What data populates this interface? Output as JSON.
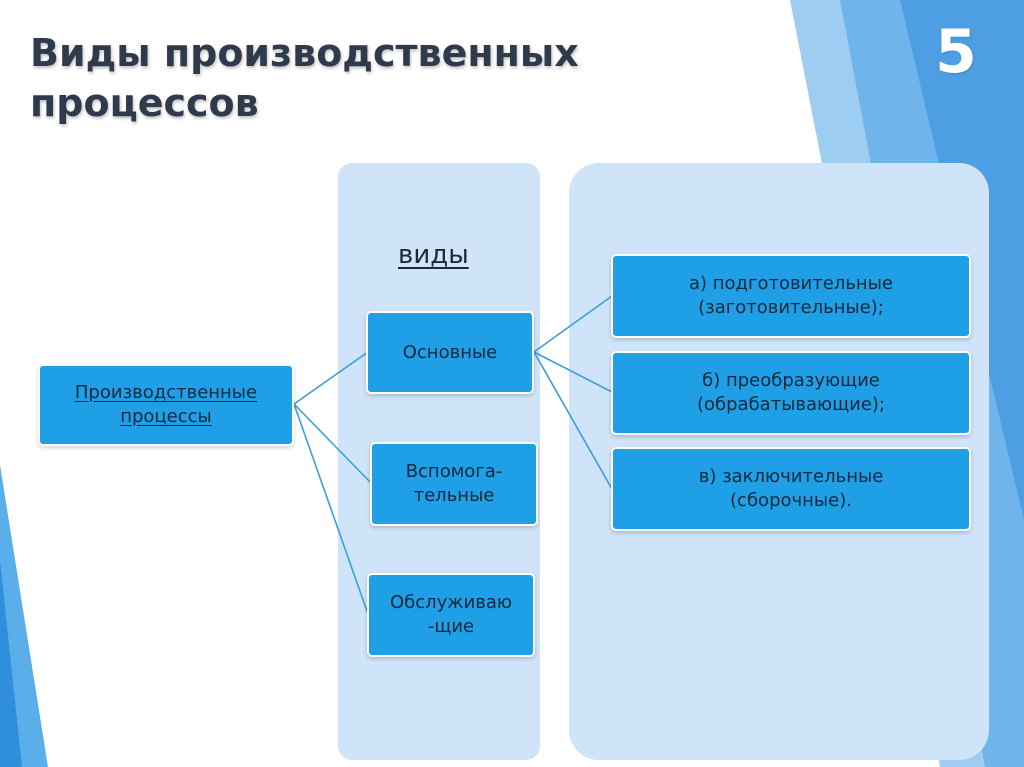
{
  "slide": {
    "title": "Виды производственных процессов",
    "number": "5"
  },
  "diagram": {
    "heading": "виды",
    "root": "Производственные процессы",
    "types": [
      "Основные",
      "Вспомога-\nтельные",
      "Обслуживаю\n-щие"
    ],
    "subtypes": [
      "а) подготовительные\n(заготовительные);",
      "б) преобразующие\n(обрабатывающие);",
      "в) заключительные\n(сборочные)."
    ]
  },
  "colors": {
    "node_fill": "#1fa0e6",
    "panel_fill": "#cfe4f9",
    "connector": "#3a9fd8",
    "accent": "#4aa8e8"
  }
}
